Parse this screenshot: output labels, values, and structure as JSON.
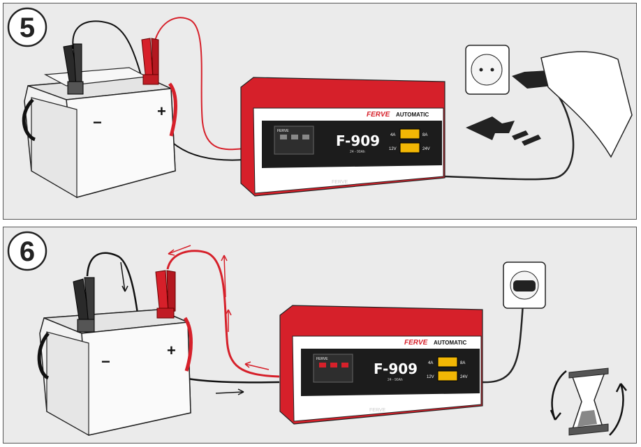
{
  "steps": [
    {
      "number": "5",
      "charger": {
        "brand": "FERVE",
        "mode": "AUTOMATIC",
        "model": "F-909",
        "spec": "24 - 90Ah",
        "mini_brand": "FERVE",
        "current_left": "4A",
        "current_right": "8A",
        "voltage_left": "12V",
        "voltage_right": "24V",
        "footer_brand": "FERVE"
      },
      "battery": {
        "minus": "−",
        "plus": "+"
      }
    },
    {
      "number": "6",
      "charger": {
        "brand": "FERVE",
        "mode": "AUTOMATIC",
        "model": "F-909",
        "spec": "24 - 90Ah",
        "mini_brand": "FERVE",
        "current_left": "4A",
        "current_right": "8A",
        "voltage_left": "12V",
        "voltage_right": "24V",
        "footer_brand": "FERVE"
      },
      "battery": {
        "minus": "−",
        "plus": "+"
      }
    }
  ],
  "colors": {
    "red": "#d6202a",
    "panel": "#ebebeb",
    "lcd": "#1c1c1c",
    "amber": "#f2b705"
  }
}
